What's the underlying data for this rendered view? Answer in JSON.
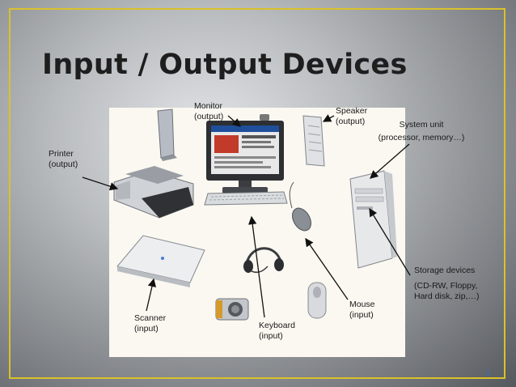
{
  "slide": {
    "title": "Input / Output Devices",
    "page_number": "3"
  },
  "labels": {
    "monitor": [
      "Monitor",
      "(output)"
    ],
    "speaker": [
      "Speaker",
      "(output)"
    ],
    "system_unit": [
      "System unit",
      "(processor, memory…)"
    ],
    "printer": [
      "Printer",
      "(output)"
    ],
    "storage": [
      "Storage devices",
      "(CD-RW, Floppy,",
      "Hard disk, zip,…)"
    ],
    "mouse": [
      "Mouse",
      "(input)"
    ],
    "scanner": [
      "Scanner",
      "(input)"
    ],
    "keyboard": [
      "Keyboard",
      "(input)"
    ]
  },
  "colors": {
    "border": "#d9c22a",
    "title": "#1e1e1e",
    "page_number": "#3f6fb7"
  }
}
